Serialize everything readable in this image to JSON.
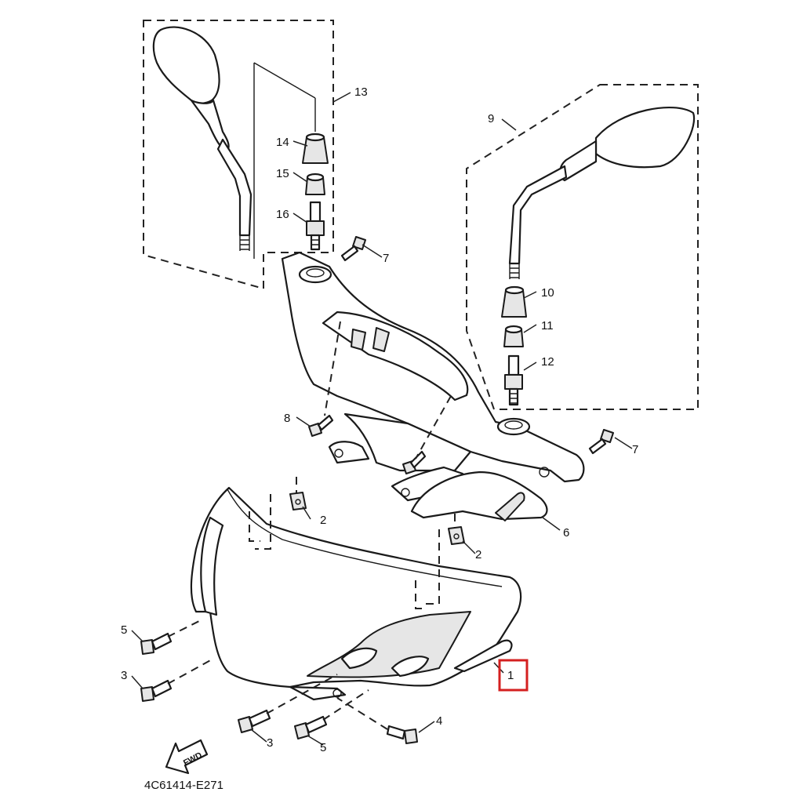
{
  "diagram": {
    "drawing_code": "4C61414-E271",
    "fwd_label": "FWD",
    "highlight_color": "#d42020",
    "highlighted_callout": "1",
    "callouts": [
      {
        "id": "c13",
        "text": "13"
      },
      {
        "id": "c14",
        "text": "14"
      },
      {
        "id": "c15",
        "text": "15"
      },
      {
        "id": "c16",
        "text": "16"
      },
      {
        "id": "c7a",
        "text": "7"
      },
      {
        "id": "c9",
        "text": "9"
      },
      {
        "id": "c10",
        "text": "10"
      },
      {
        "id": "c11",
        "text": "11"
      },
      {
        "id": "c12",
        "text": "12"
      },
      {
        "id": "c8",
        "text": "8"
      },
      {
        "id": "c7b",
        "text": "7"
      },
      {
        "id": "c2a",
        "text": "2"
      },
      {
        "id": "c6",
        "text": "6"
      },
      {
        "id": "c2b",
        "text": "2"
      },
      {
        "id": "c5a",
        "text": "5"
      },
      {
        "id": "c3a",
        "text": "3"
      },
      {
        "id": "c1",
        "text": "1"
      },
      {
        "id": "c4",
        "text": "4"
      },
      {
        "id": "c3b",
        "text": "3"
      },
      {
        "id": "c5b",
        "text": "5"
      }
    ]
  }
}
